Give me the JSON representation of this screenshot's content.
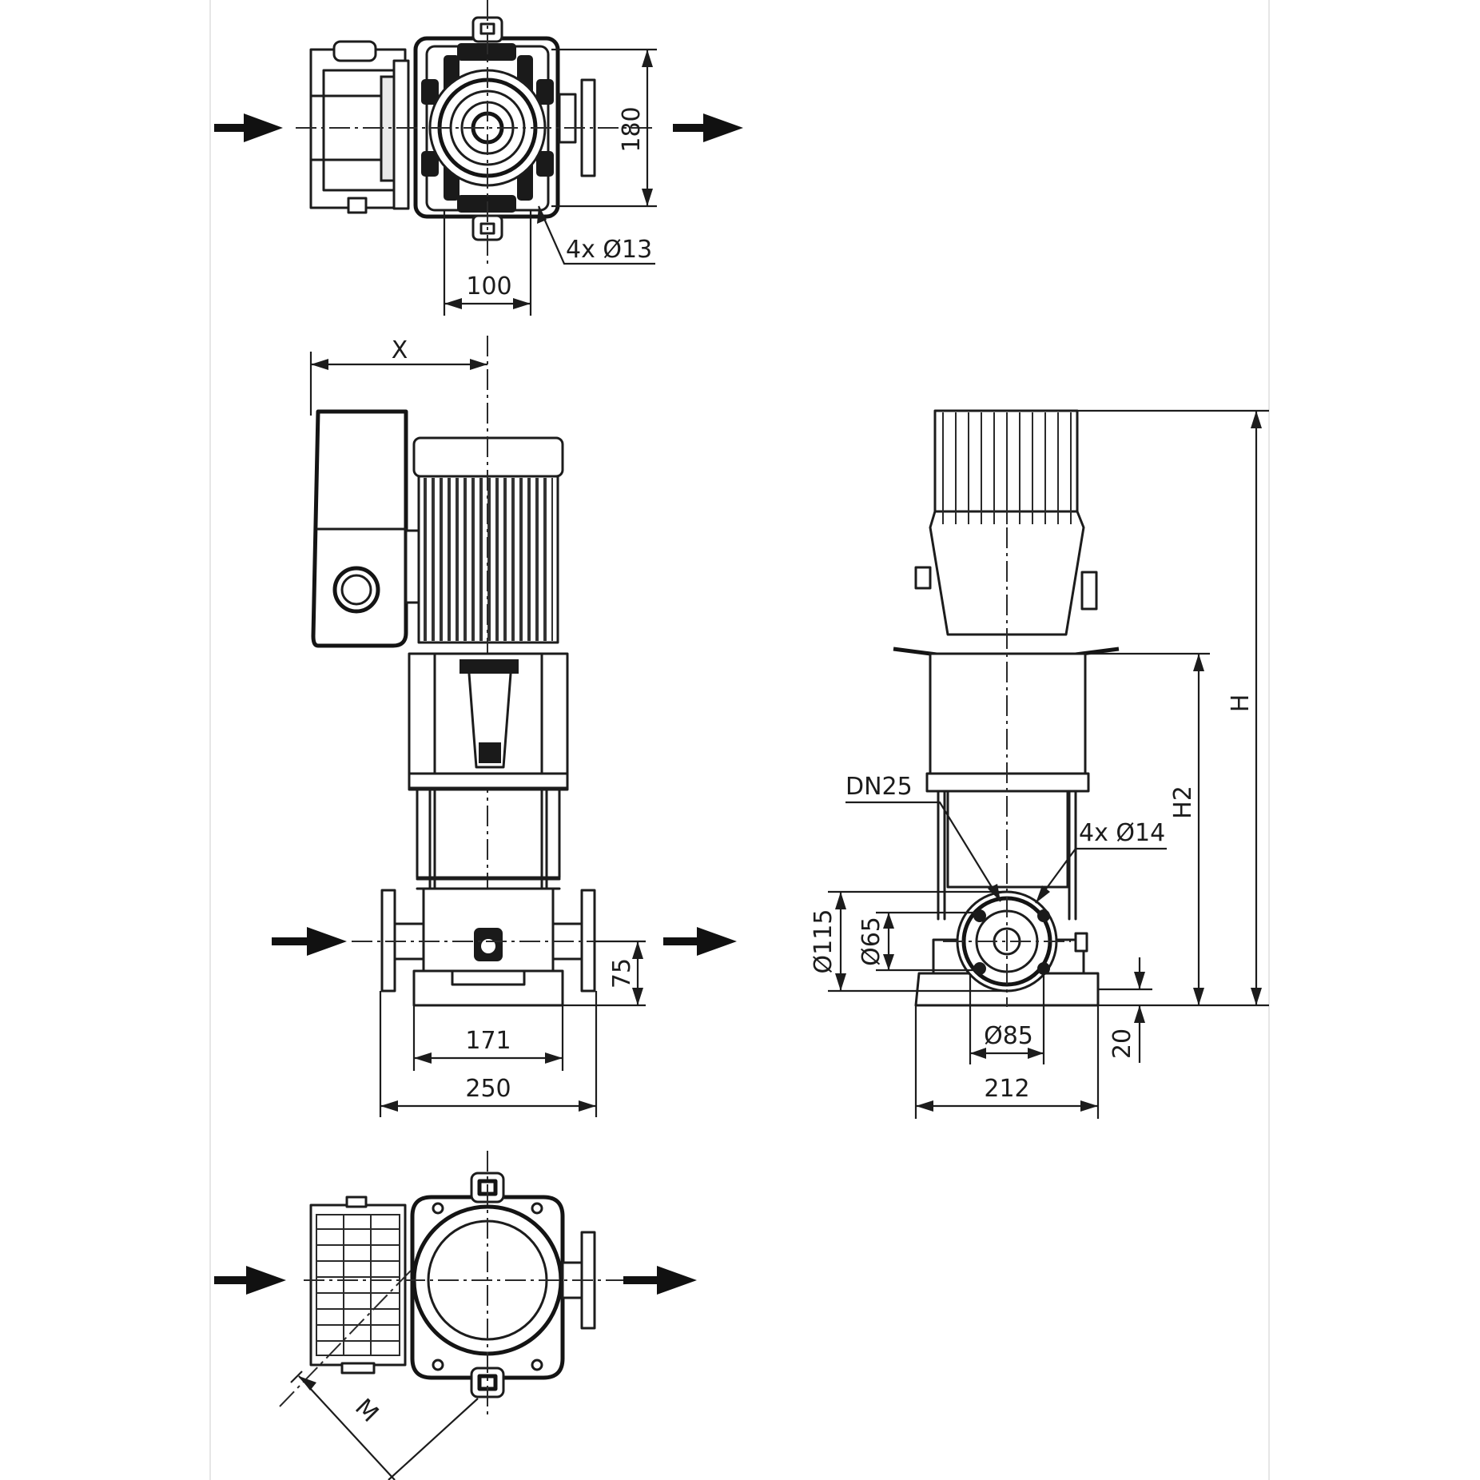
{
  "drawing": {
    "top_view": {
      "dim_height": "180",
      "dim_width": "100",
      "holes": "4x Ø13"
    },
    "front_view": {
      "dim_x": "X",
      "dim_axis_height": "75",
      "dim_foot_width": "171",
      "dim_flange_width": "250"
    },
    "side_view": {
      "dim_total_height": "H",
      "dim_h2": "H2",
      "nominal_diameter": "DN25",
      "flange_holes": "4x Ø14",
      "dim_flange_outer": "Ø115",
      "dim_flange_raised": "Ø65",
      "dim_bolt_circle": "Ø85",
      "dim_base_height": "20",
      "dim_base_width": "212"
    },
    "bottom_view": {
      "dim_m": "M"
    }
  },
  "colors": {
    "line": "#1c1c1c",
    "background": "#ffffff",
    "page_edge": "#e6e6e6"
  }
}
